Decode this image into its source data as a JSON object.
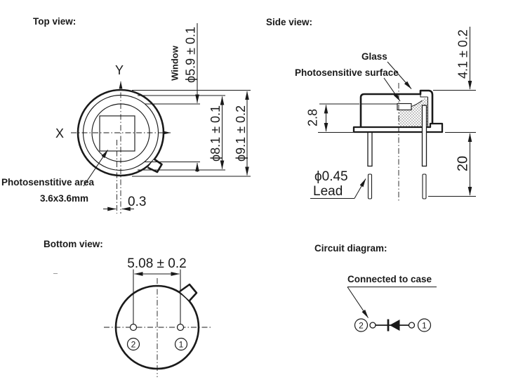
{
  "colors": {
    "line": "#1a1a1a",
    "background": "#ffffff"
  },
  "top_view": {
    "title": "Top view:",
    "axis_x": "X",
    "axis_y": "Y",
    "window_label": "Window",
    "dim_window": "ϕ5.9 ± 0.1",
    "dim_body": "ϕ8.1 ± 0.1",
    "dim_outer": "ϕ9.1 ± 0.2",
    "dim_offset": "0.3",
    "area_label": "Photosenstitive area",
    "area_size": "3.6x3.6mm"
  },
  "side_view": {
    "title": "Side view:",
    "glass_label": "Glass",
    "surface_label": "Photosensitive surface",
    "dim_cap_height": "4.1 ± 0.2",
    "dim_inner_height": "2.8",
    "dim_lead_length": "20",
    "dim_lead_dia": "ϕ0.45",
    "lead_label": "Lead"
  },
  "bottom_view": {
    "title": "Bottom view:",
    "dim_pin_spacing": "5.08 ± 0.2",
    "pin_left": "2",
    "pin_right": "1"
  },
  "circuit": {
    "title": "Circuit diagram:",
    "case_label": "Connected to case",
    "pin_left": "2",
    "pin_right": "1"
  }
}
